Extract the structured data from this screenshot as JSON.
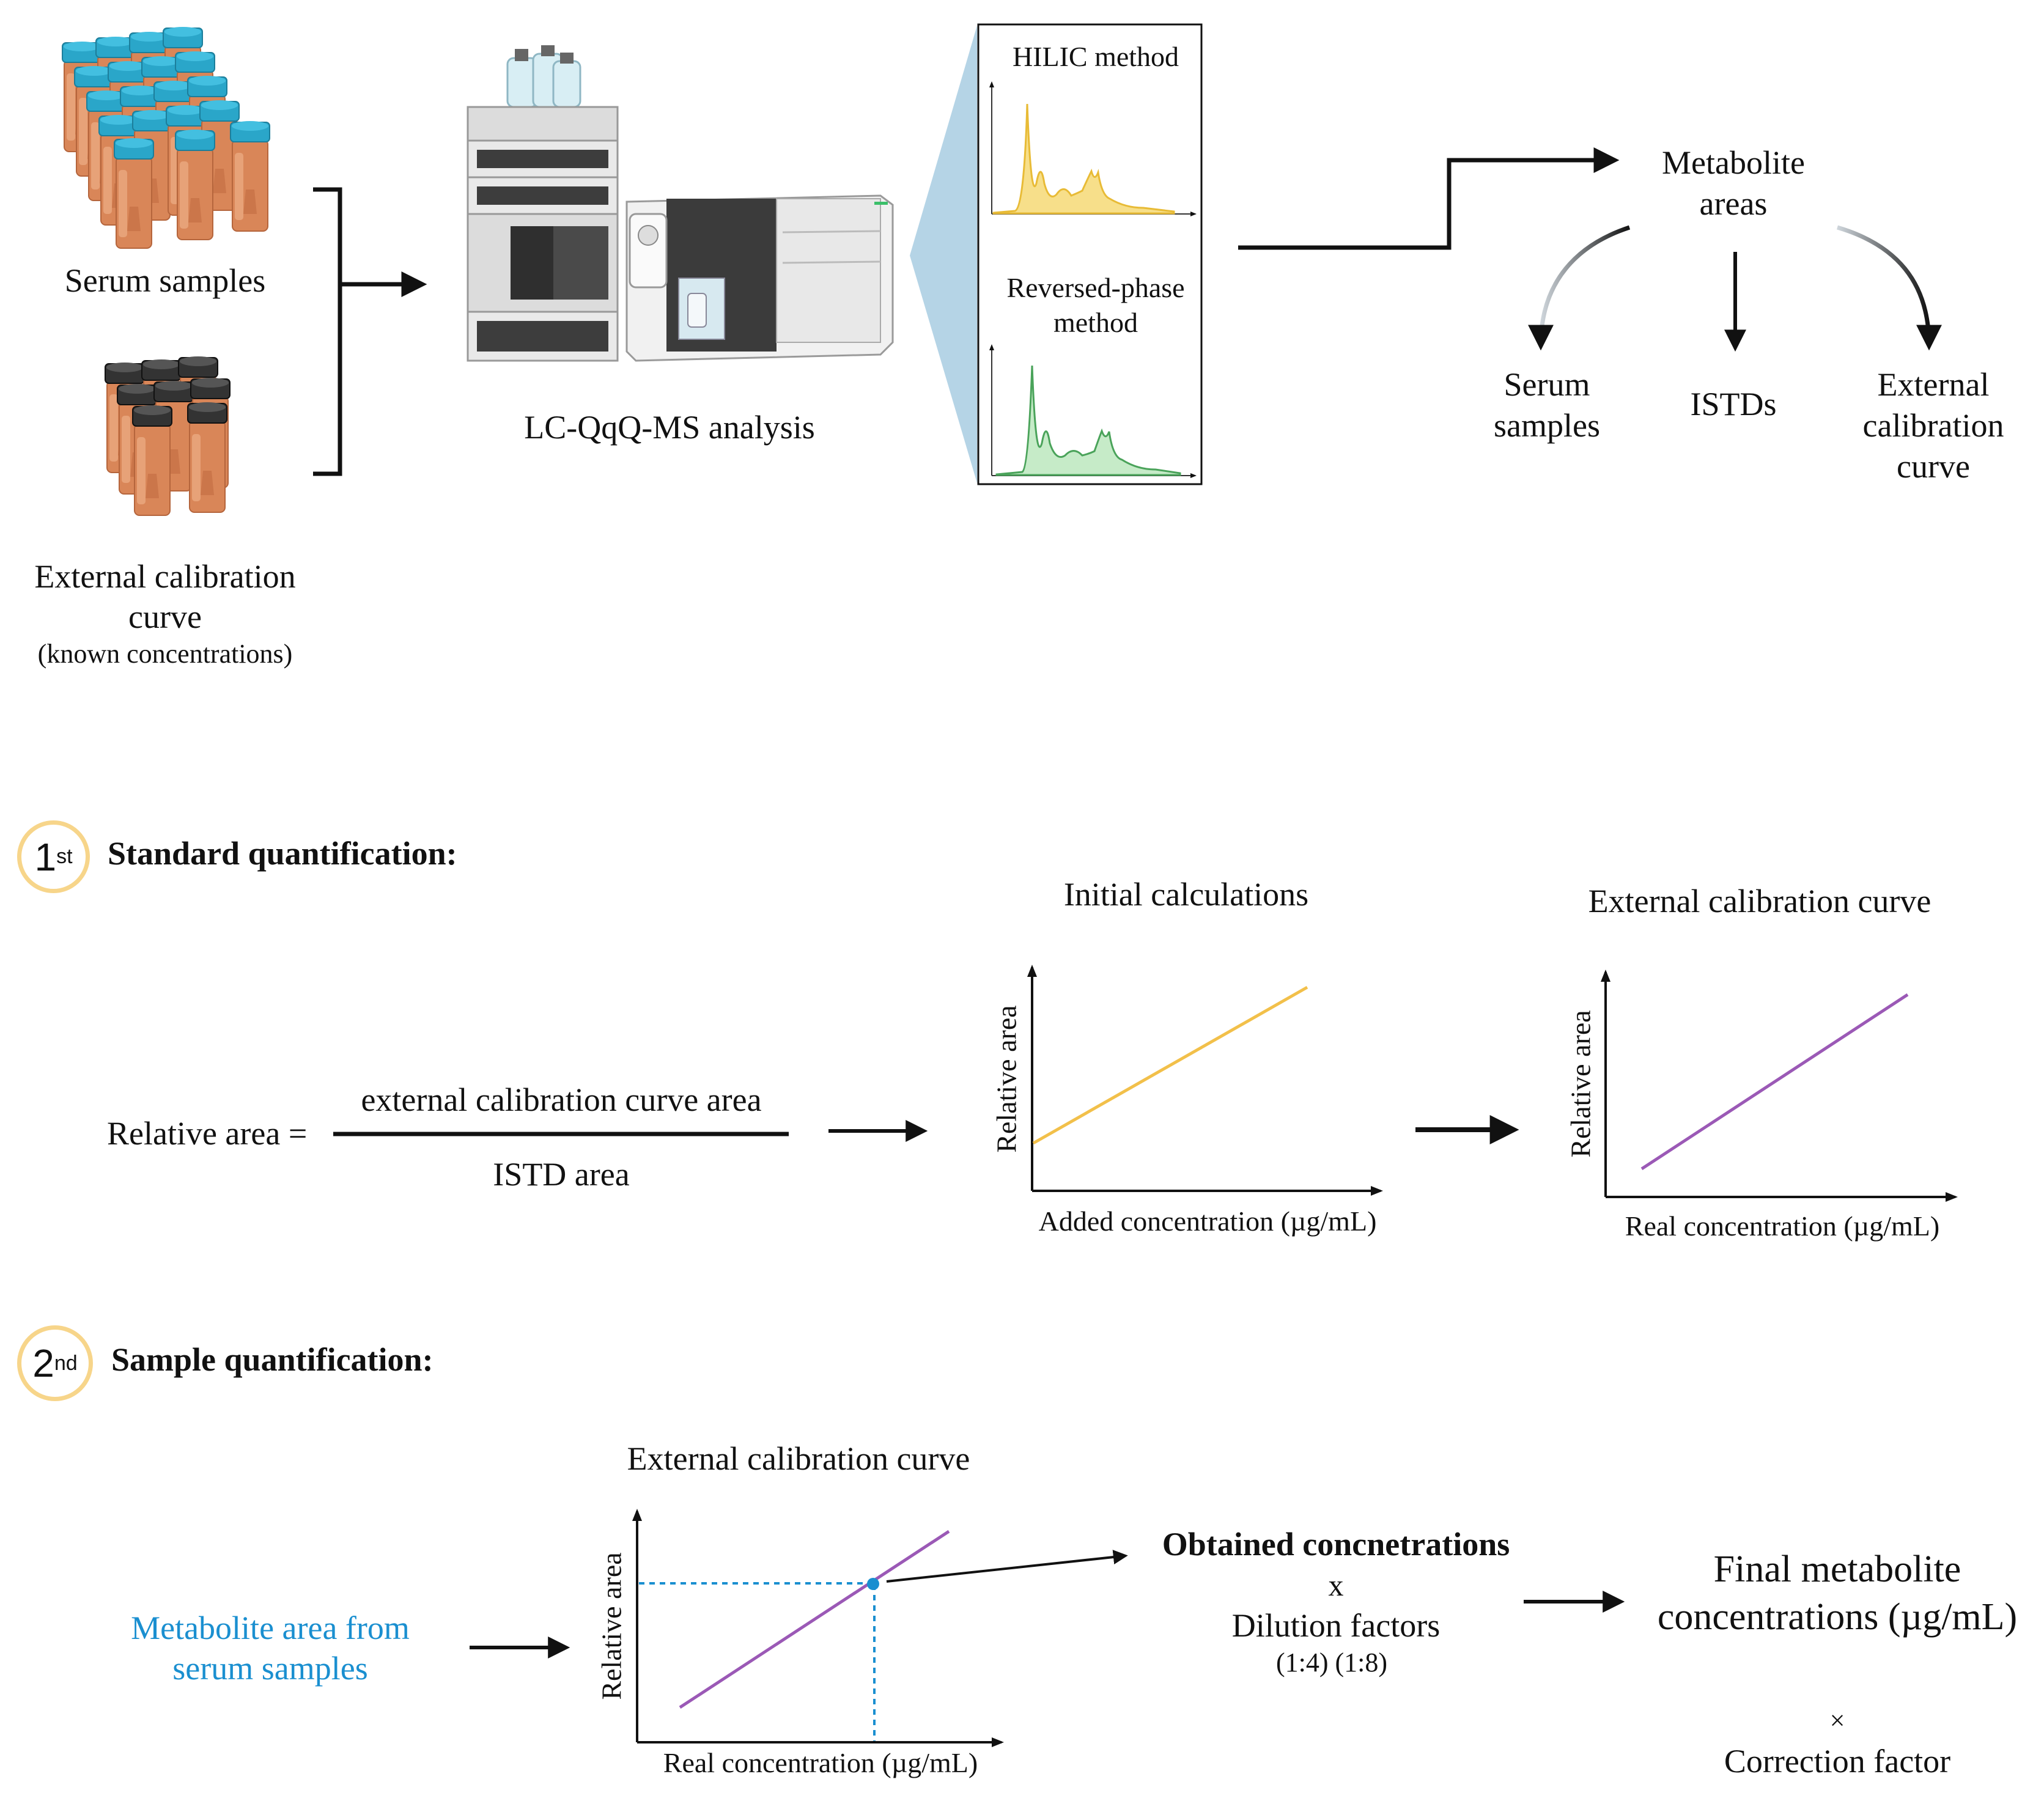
{
  "colors": {
    "vial_cap_blue": "#2aa6c9",
    "vial_cap_black": "#333333",
    "vial_body": "#d9855a",
    "hilic_peak": "#f2cd5c",
    "rp_peak": "#6cc27a",
    "initial_line": "#f2c04a",
    "calib_line": "#9b59b6",
    "highlight_blue": "#1a8fd0",
    "step_circle": "#f7d58a"
  },
  "top": {
    "serum_label": "Serum samples",
    "calib_label_l1": "External calibration",
    "calib_label_l2": "curve",
    "calib_sub": "(known concentrations)",
    "lcms_label": "LC-QqQ-MS analysis",
    "hilic_label": "HILIC method",
    "rp_label_l1": "Reversed-phase",
    "rp_label_l2": "method",
    "metabolite_l1": "Metabolite",
    "metabolite_l2": "areas",
    "branch_serum_l1": "Serum",
    "branch_serum_l2": "samples",
    "branch_istd": "ISTDs",
    "branch_ext_l1": "External",
    "branch_ext_l2": "calibration",
    "branch_ext_l3": "curve"
  },
  "step1": {
    "num": "1",
    "sup": "st",
    "title": "Standard quantification:",
    "formula_lhs": "Relative area =",
    "numerator": "external calibration curve area",
    "denominator": "ISTD area",
    "chart1_title": "Initial calculations",
    "chart1_ylabel": "Relative area",
    "chart1_xlabel": "Added concentration (µg/mL)",
    "chart2_title": "External calibration curve",
    "chart2_ylabel": "Relative area",
    "chart2_xlabel": "Real concentration (µg/mL)"
  },
  "step2": {
    "num": "2",
    "sup": "nd",
    "title": "Sample quantification:",
    "metab_l1": "Metabolite area from",
    "metab_l2": "serum samples",
    "chart_title": "External calibration curve",
    "chart_ylabel": "Relative area",
    "chart_xlabel": "Real concentration (µg/mL)",
    "obtained": "Obtained concnetrations",
    "times1": "x",
    "dilution": "Dilution factors",
    "dilution_values": "(1:4) (1:8)",
    "final_l1": "Final metabolite",
    "final_l2": "concentrations (µg/mL)",
    "times2": "×",
    "correction": "Correction factor"
  }
}
